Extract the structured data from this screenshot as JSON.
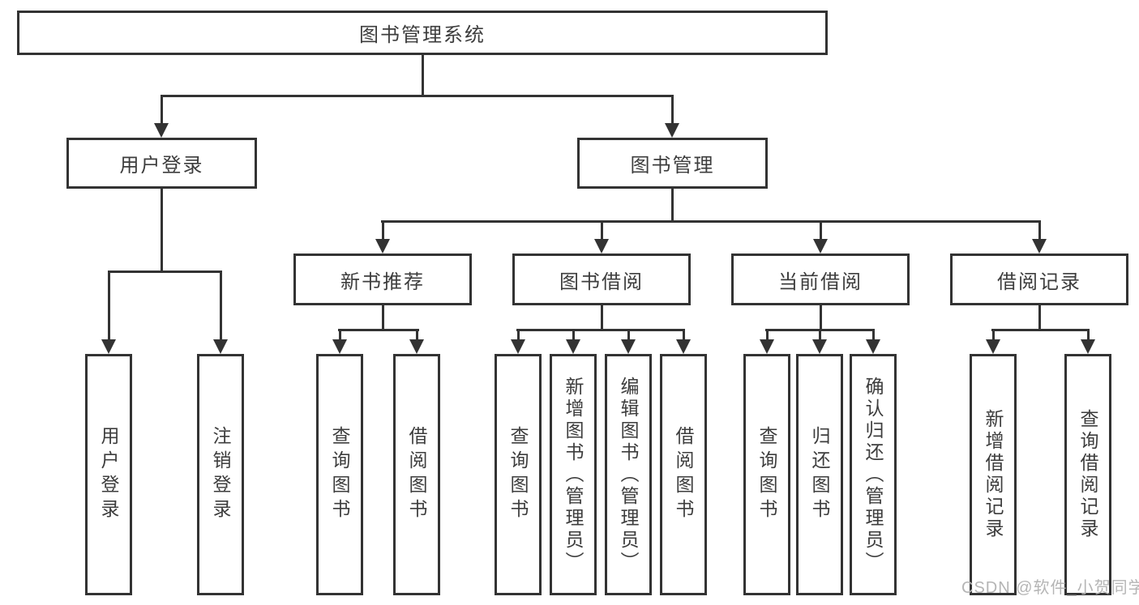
{
  "nodes": {
    "root": {
      "label": "图书管理系统",
      "children": [
        "user_login",
        "book_management"
      ]
    },
    "user_login": {
      "label": "用户登录",
      "children": [
        "leaf_user_login",
        "leaf_logout"
      ]
    },
    "book_management": {
      "label": "图书管理",
      "children": [
        "new_book_recommend",
        "book_borrowing",
        "current_borrowing",
        "borrowing_records"
      ]
    },
    "new_book_recommend": {
      "label": "新书推荐",
      "children": [
        "leaf_query_book_1",
        "leaf_borrow_book_1"
      ]
    },
    "book_borrowing": {
      "label": "图书借阅",
      "children": [
        "leaf_query_book_2",
        "leaf_add_book",
        "leaf_edit_book",
        "leaf_borrow_book_2"
      ]
    },
    "current_borrowing": {
      "label": "当前借阅",
      "children": [
        "leaf_query_book_3",
        "leaf_return_book",
        "leaf_confirm_return"
      ]
    },
    "borrowing_records": {
      "label": "借阅记录",
      "children": [
        "leaf_add_record",
        "leaf_query_record"
      ]
    },
    "leaf_user_login": {
      "label": "用户登录"
    },
    "leaf_logout": {
      "label": "注销登录"
    },
    "leaf_query_book_1": {
      "label": "查询图书"
    },
    "leaf_borrow_book_1": {
      "label": "借阅图书"
    },
    "leaf_query_book_2": {
      "label": "查询图书"
    },
    "leaf_add_book": {
      "label": "新增图书（管理员）"
    },
    "leaf_edit_book": {
      "label": "编辑图书（管理员）"
    },
    "leaf_borrow_book_2": {
      "label": "借阅图书"
    },
    "leaf_query_book_3": {
      "label": "查询图书"
    },
    "leaf_return_book": {
      "label": "归还图书"
    },
    "leaf_confirm_return": {
      "label": "确认归还（管理员）"
    },
    "leaf_add_record": {
      "label": "新增借阅记录"
    },
    "leaf_query_record": {
      "label": "查询借阅记录"
    }
  },
  "watermark": {
    "text": "CSDN @软件_小贺同学",
    "color": "#b5b5b5"
  },
  "colors": {
    "line": "#333333",
    "box_border": "#333333",
    "box_fill": "#ffffff",
    "text": "#3d3d3d",
    "background": "#ffffff"
  }
}
